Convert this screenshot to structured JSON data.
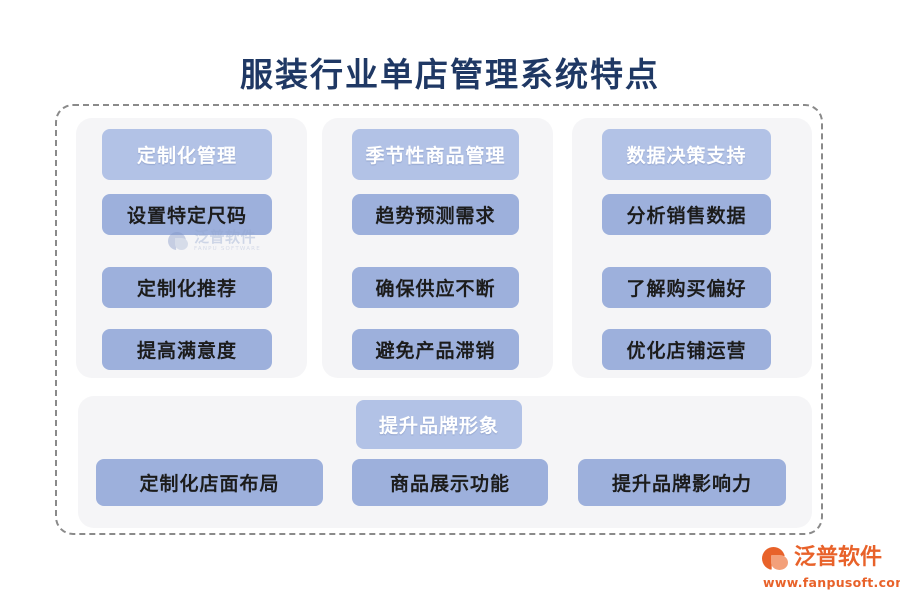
{
  "title": "服装行业单店管理系统特点",
  "colors": {
    "title_text": "#1f3864",
    "panel_bg": "#f5f5f7",
    "header_pill": "#b2c2e6",
    "sub_pill": "#9db0dc",
    "header_pill_text": "#ffffff",
    "sub_pill_text": "#1c1c1c",
    "frame_border": "#8a8a8a",
    "brand": "#e8622a",
    "page_bg": "#ffffff"
  },
  "columns": [
    {
      "header": "定制化管理",
      "items": [
        "设置特定尺码",
        "定制化推荐",
        "提高满意度"
      ]
    },
    {
      "header": "季节性商品管理",
      "items": [
        "趋势预测需求",
        "确保供应不断",
        "避免产品滞销"
      ]
    },
    {
      "header": "数据决策支持",
      "items": [
        "分析销售数据",
        "了解购买偏好",
        "优化店铺运营"
      ]
    }
  ],
  "bottom": {
    "header": "提升品牌形象",
    "items": [
      "定制化店面布局",
      "商品展示功能",
      "提升品牌影响力"
    ]
  },
  "watermark": {
    "cn": "泛普软件",
    "en": "FANPU SOFTWARE"
  },
  "brand_logo": {
    "cn": "泛普软件",
    "url": "www.fanpusoft.com"
  }
}
